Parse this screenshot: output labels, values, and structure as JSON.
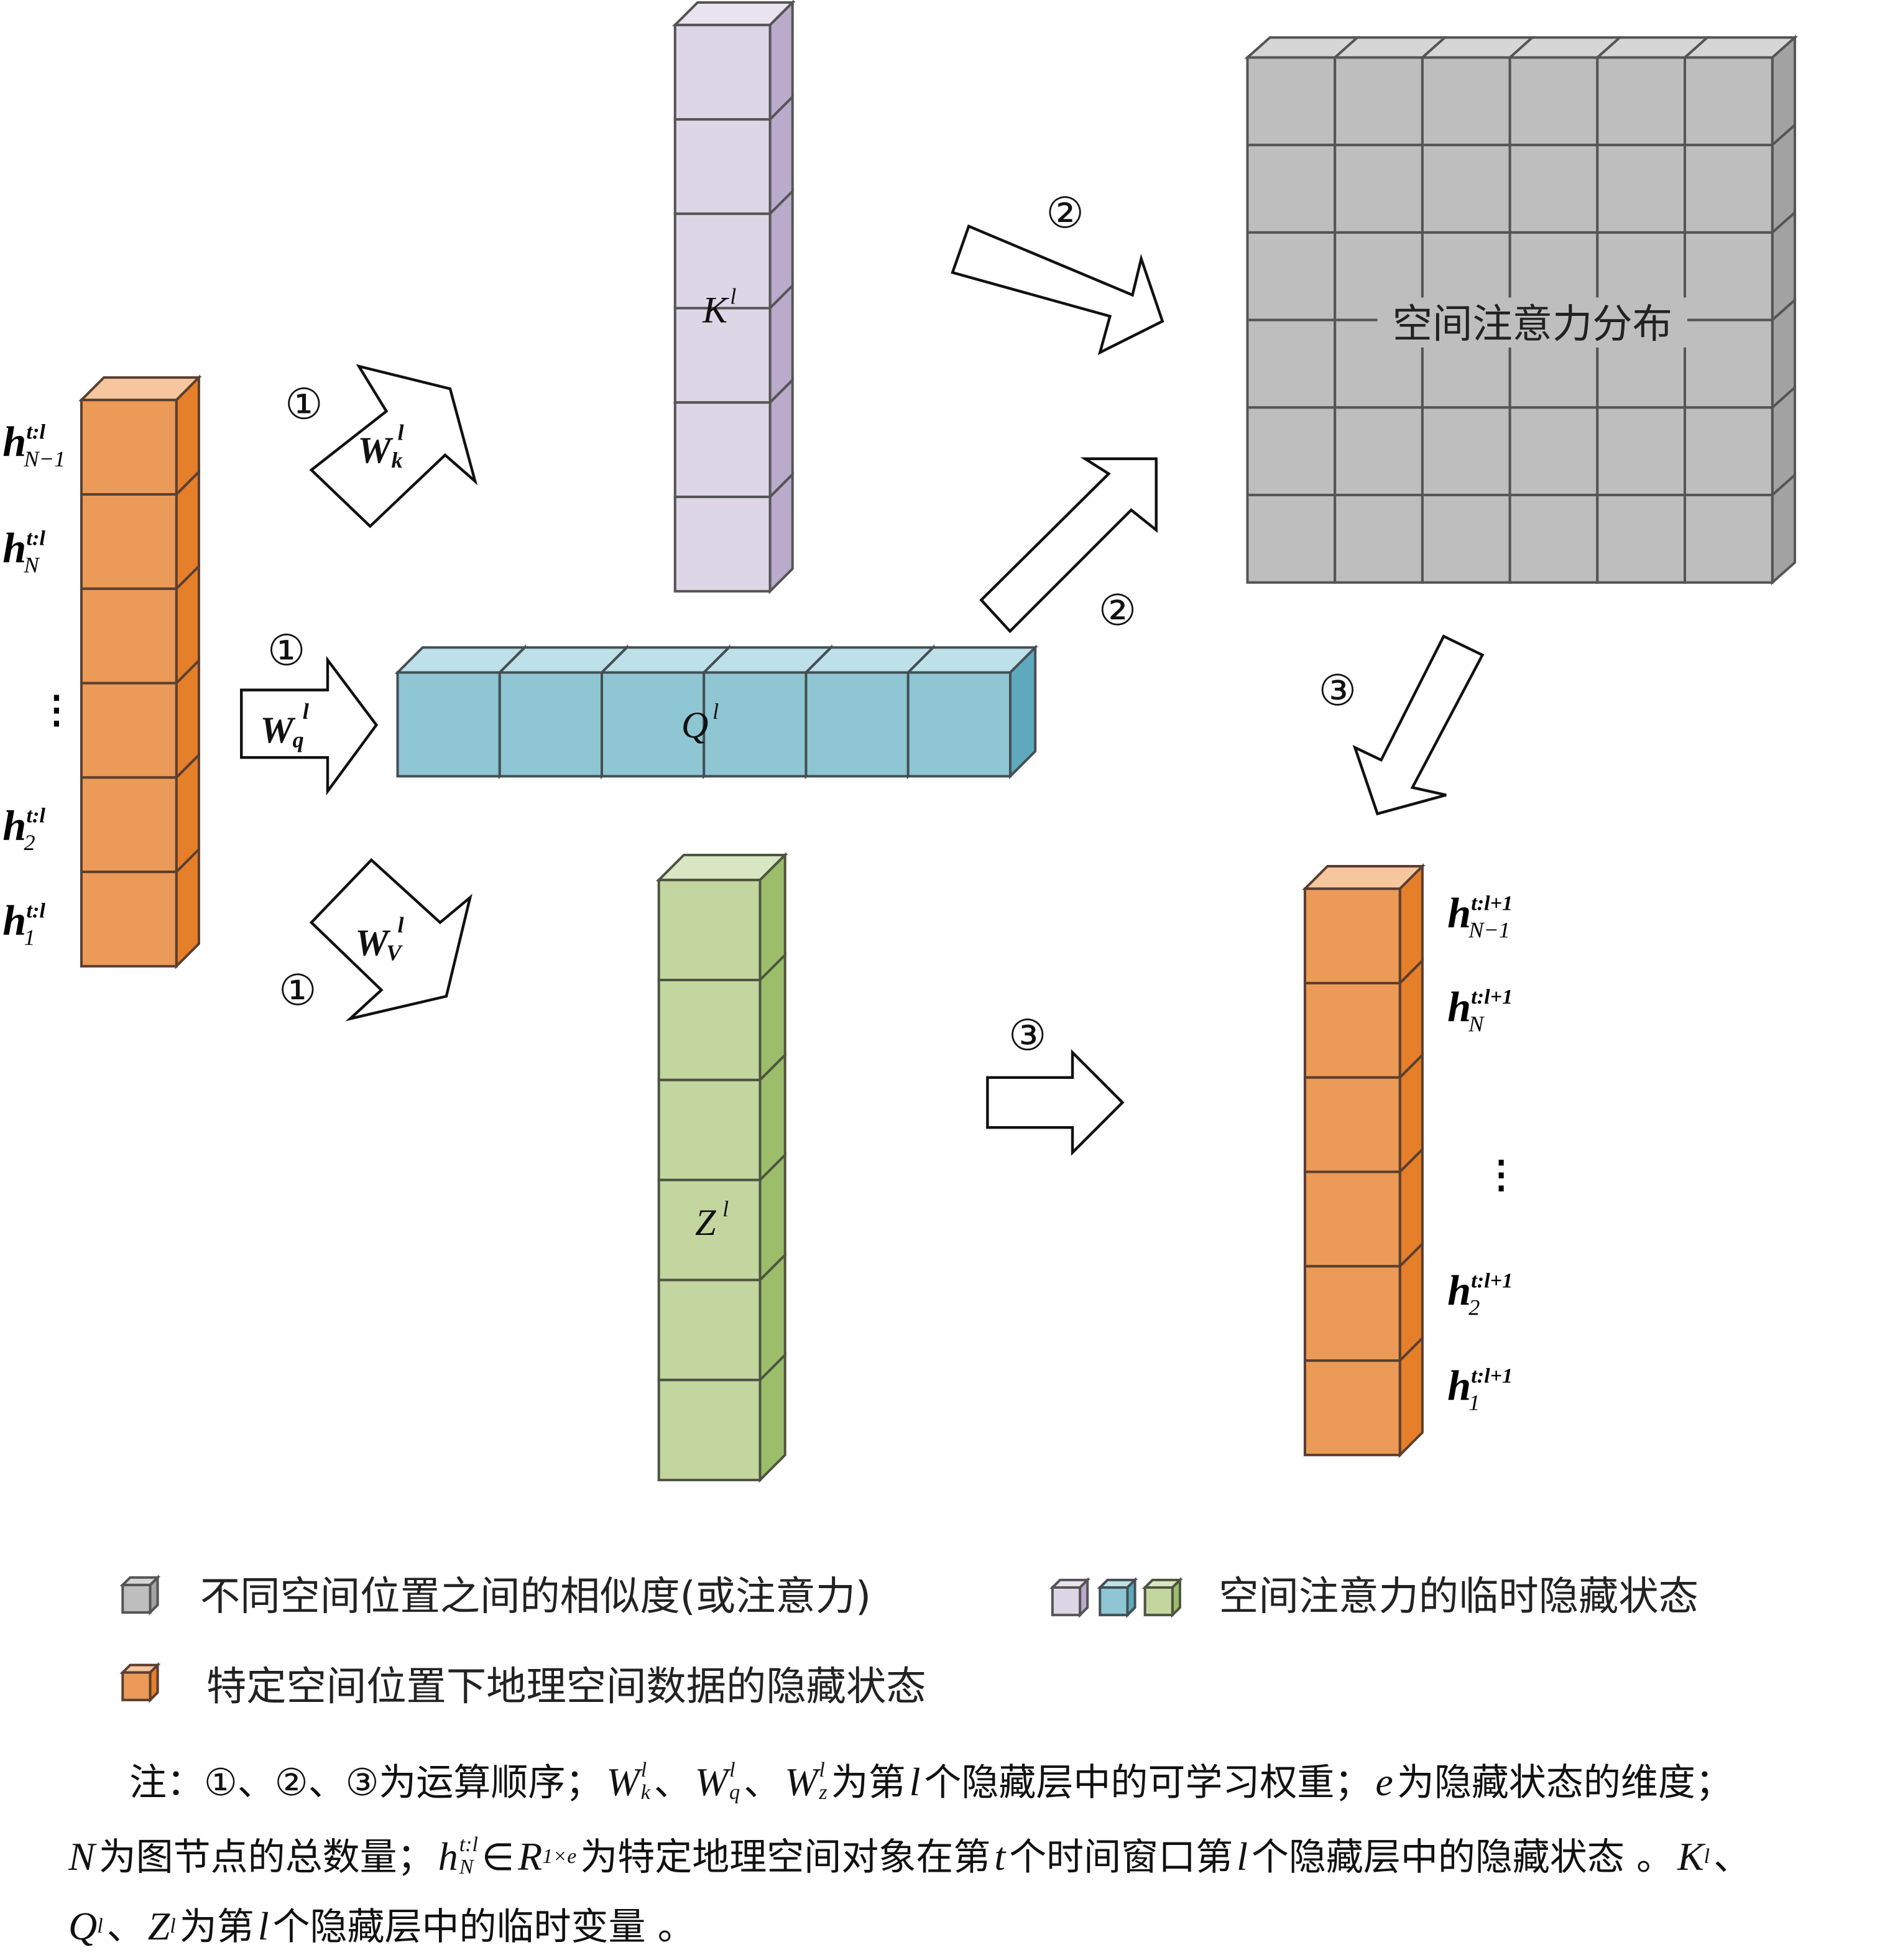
{
  "colors": {
    "orange": {
      "front": "#EB9A57",
      "side": "#E57F2A",
      "top": "#F6C69E",
      "stroke": "#5b3f30"
    },
    "purple": {
      "front": "#DDD6E6",
      "side": "#BAAACC",
      "top": "#E9E3EF",
      "stroke": "#555555"
    },
    "blue": {
      "front": "#8EC6D3",
      "side": "#5EA9BD",
      "top": "#BEE0E8",
      "stroke": "#444f55"
    },
    "green": {
      "front": "#C3D6A0",
      "side": "#9CBE6B",
      "top": "#D9E6C3",
      "stroke": "#4d5540"
    },
    "gray": {
      "front": "#BEBEBE",
      "side": "#A2A2A2",
      "top": "#D6D6D6",
      "stroke": "#555555"
    }
  },
  "blocks": {
    "k_label": {
      "base": "K",
      "sup": "l"
    },
    "q_label": {
      "base": "Q",
      "sup": "l"
    },
    "z_label": {
      "base": "Z",
      "sup": "l"
    },
    "grid_label": "空间注意力分布"
  },
  "arrows": {
    "wk": {
      "base": "W",
      "sub": "k",
      "sup": "l",
      "step": "①"
    },
    "wq": {
      "base": "W",
      "sub": "q",
      "sup": "l",
      "step": "①"
    },
    "wv": {
      "base": "W",
      "sub": "V",
      "sup": "l",
      "step": "①"
    },
    "to_grid_upper": {
      "step": "②"
    },
    "to_grid_lower": {
      "step": "②"
    },
    "grid_to_output": {
      "step": "③"
    },
    "z_to_output": {
      "step": "③"
    }
  },
  "input_labels": [
    {
      "base": "h",
      "sup": "t:l",
      "sub": "N−1"
    },
    {
      "base": "h",
      "sup": "t:l",
      "sub": "N"
    },
    {
      "base": "⋮"
    },
    {
      "base": "h",
      "sup": "t:l",
      "sub": "2"
    },
    {
      "base": "h",
      "sup": "t:l",
      "sub": "1"
    }
  ],
  "output_labels": [
    {
      "base": "h",
      "sup": "t:l+1",
      "sub": "N−1"
    },
    {
      "base": "h",
      "sup": "t:l+1",
      "sub": "N"
    },
    {
      "base": "⋮"
    },
    {
      "base": "h",
      "sup": "t:l+1",
      "sub": "2"
    },
    {
      "base": "h",
      "sup": "t:l+1",
      "sub": "1"
    }
  ],
  "legend": {
    "similarity": "不同空间位置之间的相似度(或注意力)",
    "temporary": "空间注意力的临时隐藏状态",
    "hidden": "特定空间位置下地理空间数据的隐藏状态"
  },
  "note": {
    "l1a": "注：①、②、③为运算顺序；",
    "wk": {
      "base": "W",
      "sup": "l",
      "sub": "k"
    },
    "sep1": "、",
    "wq": {
      "base": "W",
      "sup": "l",
      "sub": "q"
    },
    "sep2": "、",
    "wz": {
      "base": "W",
      "sup": "l",
      "sub": "z"
    },
    "l1b": "为第",
    "l1c": "l",
    "l1d": "个隐藏层中的可学习权重；",
    "l1e": "e",
    "l1f": "为隐藏状态的维度；",
    "l2a": "N",
    "l2b": "为图节点的总数量；",
    "h": {
      "base": "h",
      "sup": "t:l",
      "sub": "N"
    },
    "l2c": "∈",
    "l2d": "R",
    "l2e": "1×e",
    "l2f": "为特定地理空间对象在第",
    "l2g": "t",
    "l2h": "个时间窗口第",
    "l2i": "l",
    "l2j": "个隐藏层中的隐藏状态 。",
    "k": {
      "base": "K",
      "sup": "l"
    },
    "l2k": "、",
    "q": {
      "base": "Q",
      "sup": "l"
    },
    "l3a": "、",
    "z": {
      "base": "Z",
      "sup": "l"
    },
    "l3b": "为第",
    "l3c": "l",
    "l3d": "个隐藏层中的临时变量 。"
  }
}
